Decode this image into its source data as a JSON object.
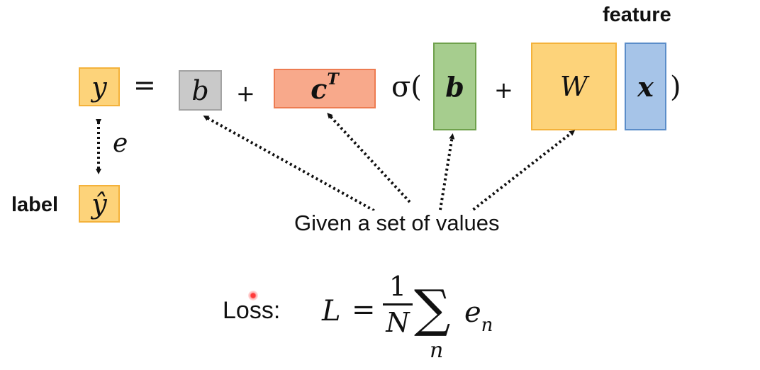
{
  "equation": {
    "y": "y",
    "equals": "=",
    "b_scalar": "b",
    "plus1": "+",
    "c_vec": "c",
    "c_sup": "T",
    "sigma_open": "σ(",
    "b_vec": "b",
    "plus2": "+",
    "W": "W",
    "x": "x",
    "close_paren": ")"
  },
  "labels": {
    "feature": "feature",
    "label": "label",
    "y_hat": "ŷ",
    "e": "e",
    "given": "Given a set of values"
  },
  "loss": {
    "label": "Loss:",
    "L": "L",
    "equals": "=",
    "numerator": "1",
    "denominator": "N",
    "sum": "∑",
    "index": "n",
    "term": "e",
    "term_sub": "n"
  },
  "colors": {
    "yellow": "#fdd37a",
    "gray": "#c9c9c9",
    "salmon": "#f8a98b",
    "green": "#a6cd8e",
    "blue": "#a6c4e8"
  }
}
